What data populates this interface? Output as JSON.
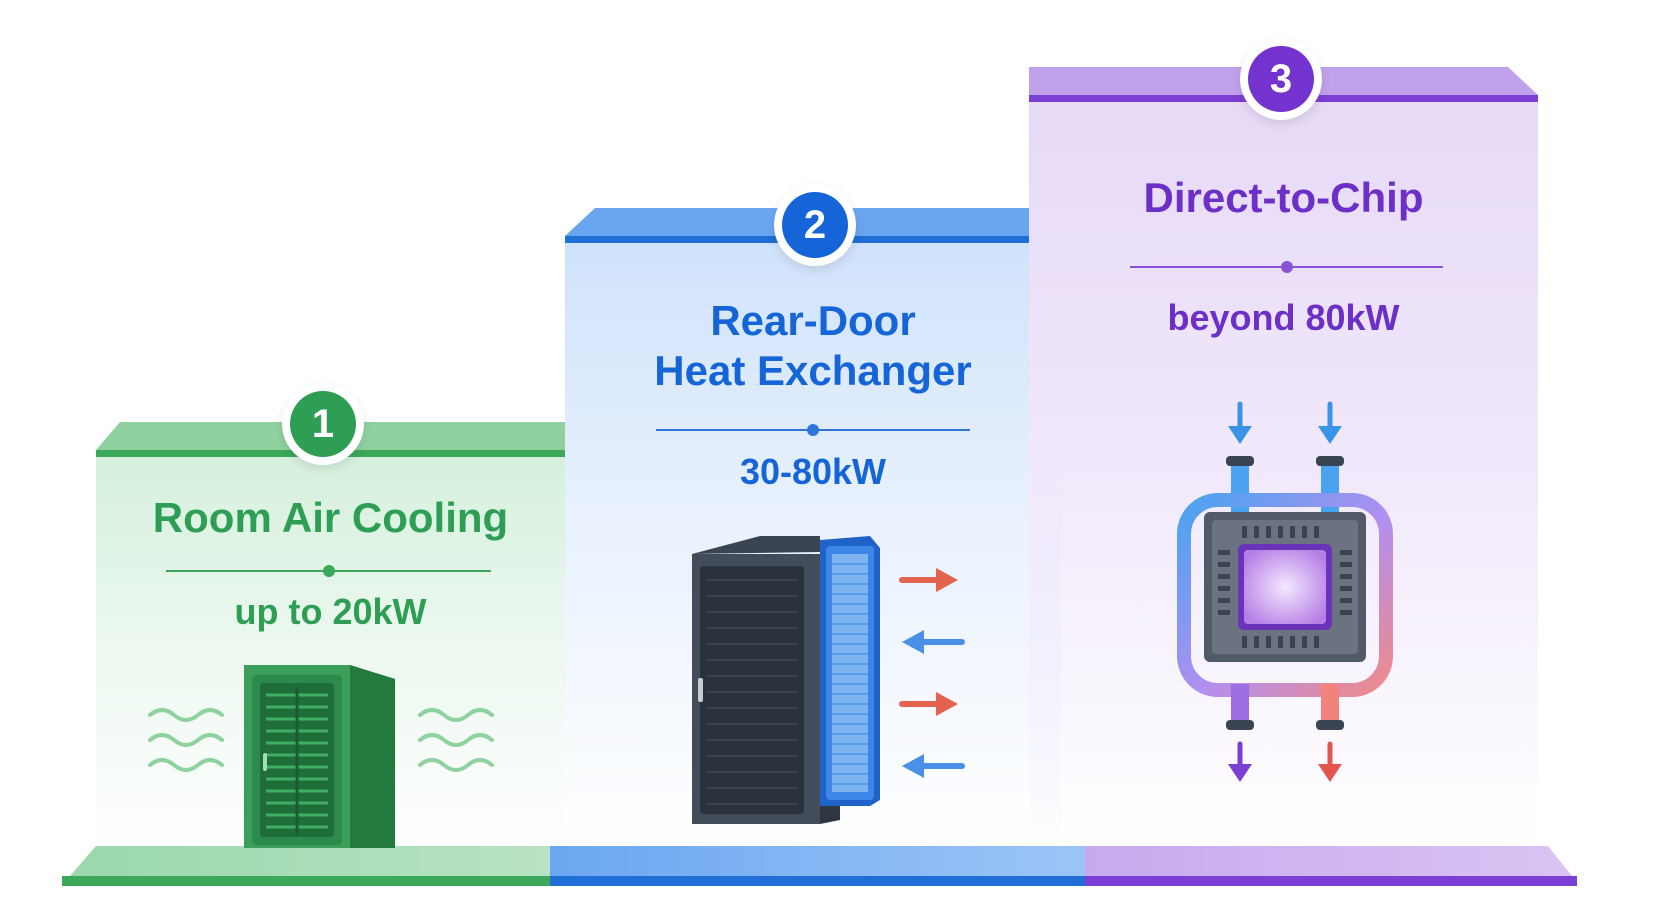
{
  "stages": [
    {
      "number": "1",
      "title": "Room Air Cooling",
      "metric": "up to 20kW",
      "color": "#2f9e55",
      "icon": "air-cooled-rack-icon"
    },
    {
      "number": "2",
      "title_lines": [
        "Rear-Door",
        "Heat Exchanger"
      ],
      "metric": "30-80kW",
      "color": "#1565d8",
      "icon": "rear-door-heat-exchanger-rack-icon"
    },
    {
      "number": "3",
      "title": "Direct-to-Chip",
      "metric": "beyond 80kW",
      "color": "#6c2fc8",
      "icon": "direct-to-chip-cold-plate-icon"
    }
  ]
}
